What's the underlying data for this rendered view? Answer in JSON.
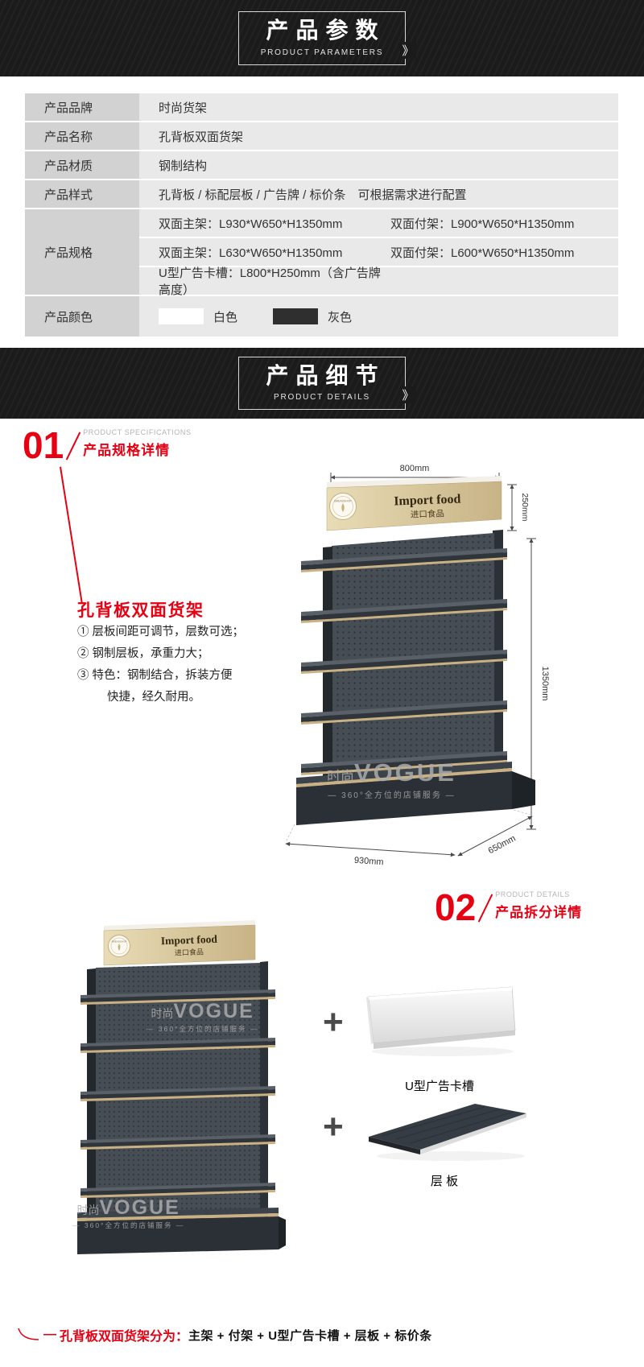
{
  "icons": {
    "chevron_right": "》",
    "plus": "+"
  },
  "accent_color": "#e60012",
  "banner_parameters": {
    "title": "产品参数",
    "subtitle": "PRODUCT PARAMETERS"
  },
  "banner_details": {
    "title": "产品细节",
    "subtitle": "PRODUCT DETAILS"
  },
  "table": {
    "rows": [
      {
        "label": "产品品牌",
        "value": "时尚货架"
      },
      {
        "label": "产品名称",
        "value": "孔背板双面货架"
      },
      {
        "label": "产品材质",
        "value": "钢制结构"
      },
      {
        "label": "产品样式",
        "value": "孔背板 / 标配层板 / 广告牌 / 标价条　可根据需求进行配置"
      }
    ],
    "spec": {
      "label": "产品规格",
      "lines": [
        {
          "left": "双面主架：L930*W650*H1350mm",
          "right": "双面付架：L900*W650*H1350mm"
        },
        {
          "left": "双面主架：L630*W650*H1350mm",
          "right": "双面付架：L600*W650*H1350mm"
        },
        {
          "left": "U型广告卡槽：L800*H250mm（含广告牌高度）",
          "right": ""
        }
      ]
    },
    "color": {
      "label": "产品颜色",
      "options": [
        {
          "name": "白色",
          "hex": "#ffffff"
        },
        {
          "name": "灰色",
          "hex": "#2f2f2f"
        }
      ]
    }
  },
  "sign": {
    "title": "Import food",
    "subtitle": "进口食品",
    "badge": "BREADSHOP"
  },
  "section_spec": {
    "number": "01",
    "eyebrow": "PRODUCT SPECIFICATIONS",
    "title": "产品规格详情",
    "product_title": "孔背板双面货架",
    "features": [
      "① 层板间距可调节，层数可选；",
      "② 钢制层板，承重力大；",
      "③ 特色：钢制结合，拆装方便",
      "快捷，经久耐用。"
    ],
    "dimensions": {
      "sign_width": "800mm",
      "sign_height": "250mm",
      "height": "1350mm",
      "width": "930mm",
      "depth": "650mm"
    }
  },
  "section_details": {
    "number": "02",
    "eyebrow": "PRODUCT DETAILS",
    "title": "产品拆分详情",
    "parts": [
      {
        "label": "U型广告卡槽"
      },
      {
        "label": "层 板"
      }
    ]
  },
  "watermark": {
    "brand_cn": "时尚",
    "brand_en": "VOGUE",
    "tagline": "— 360°全方位的店铺服务 —"
  },
  "footer": {
    "dash": "—",
    "red": "孔背板双面货架分为：",
    "black": "主架 + 付架 + U型广告卡槽 + 层板 + 标价条"
  }
}
